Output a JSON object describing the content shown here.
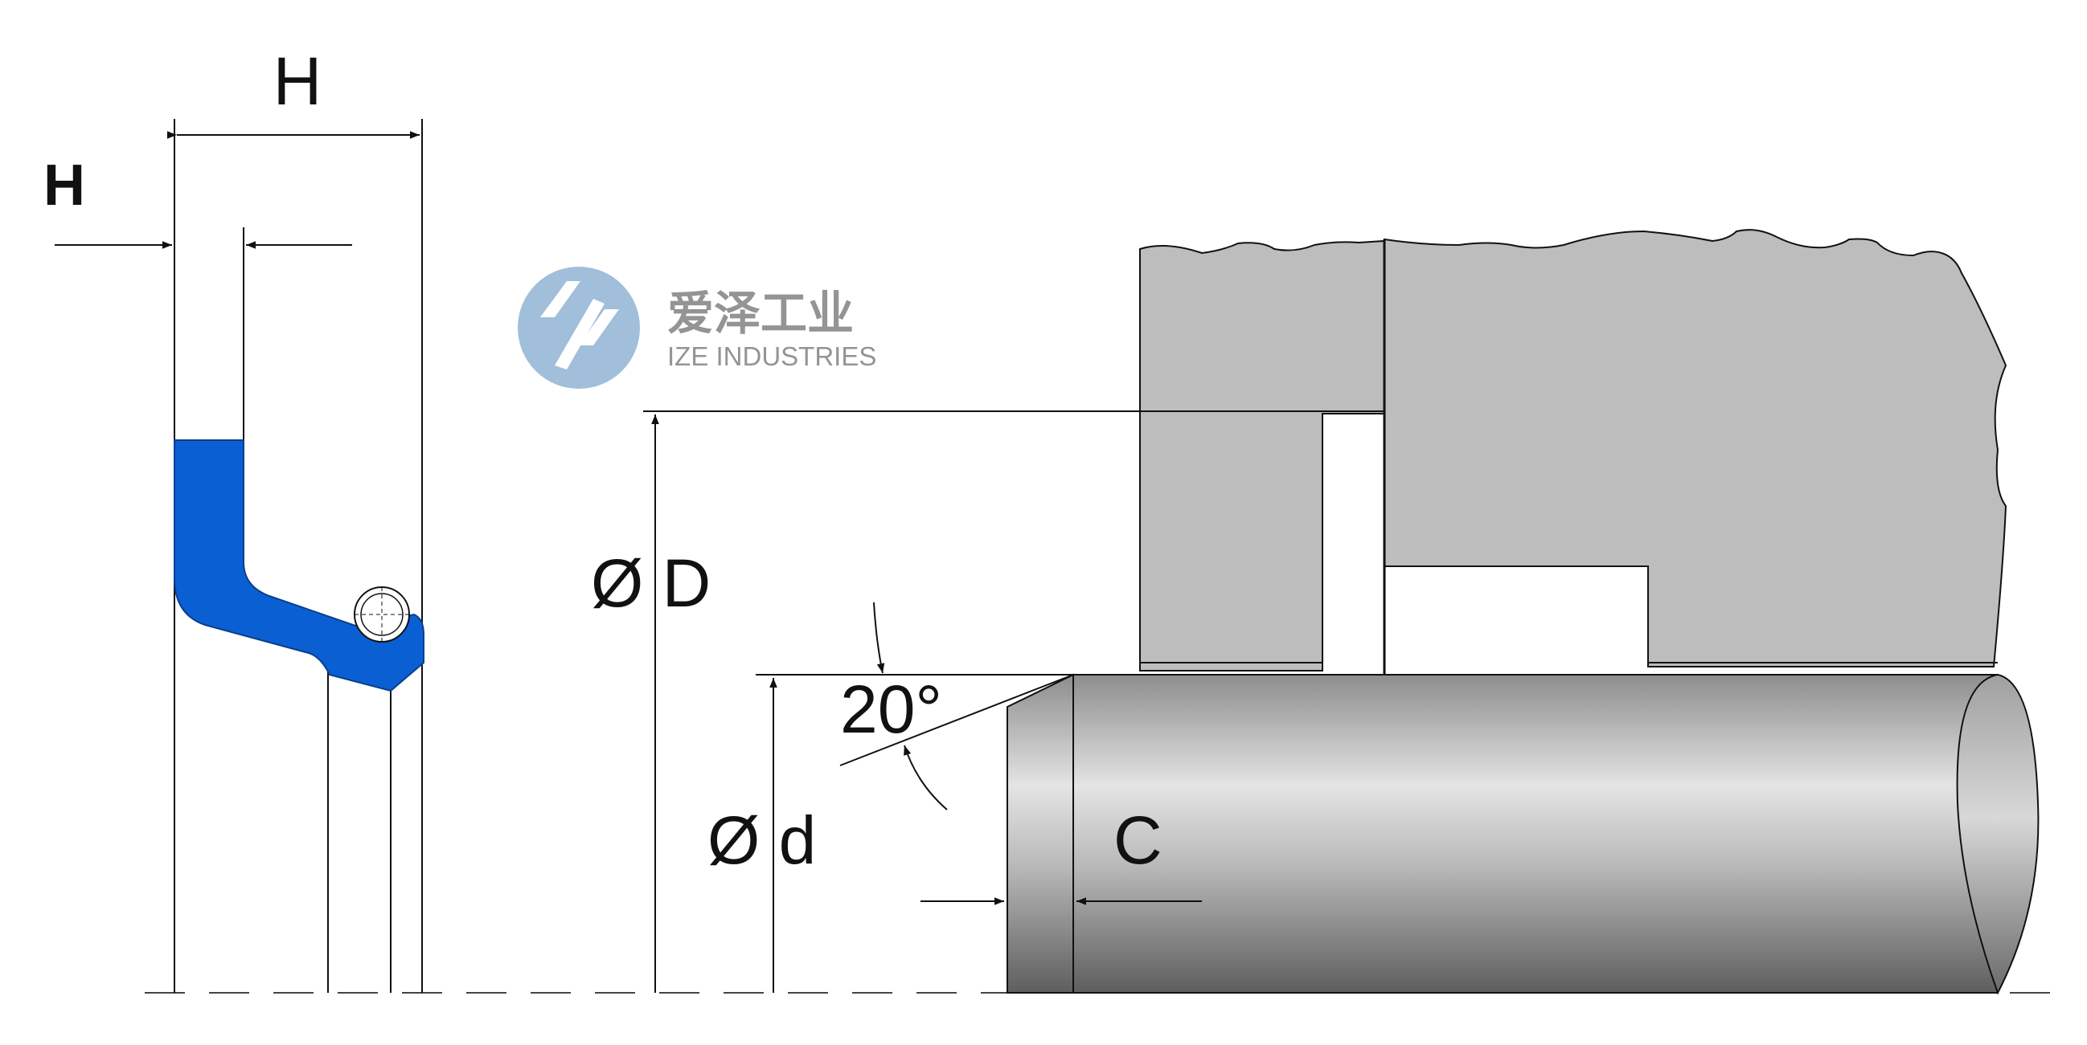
{
  "labels": {
    "h_top": "H",
    "h_small": "H",
    "dia_D": "Ø D",
    "dia_d": "Ø d",
    "angle": "20°",
    "chamfer": "C"
  },
  "watermark": {
    "cn_name": "爱泽工业",
    "en_name": "IZE INDUSTRIES",
    "logo_icon": "ize-logo-icon"
  },
  "colors": {
    "seal": "#0a5fd3",
    "housing": "#bdbdbd",
    "line": "#111111",
    "logo_blue": "#9dbbd9",
    "logo_text": "#8f8f8f"
  }
}
